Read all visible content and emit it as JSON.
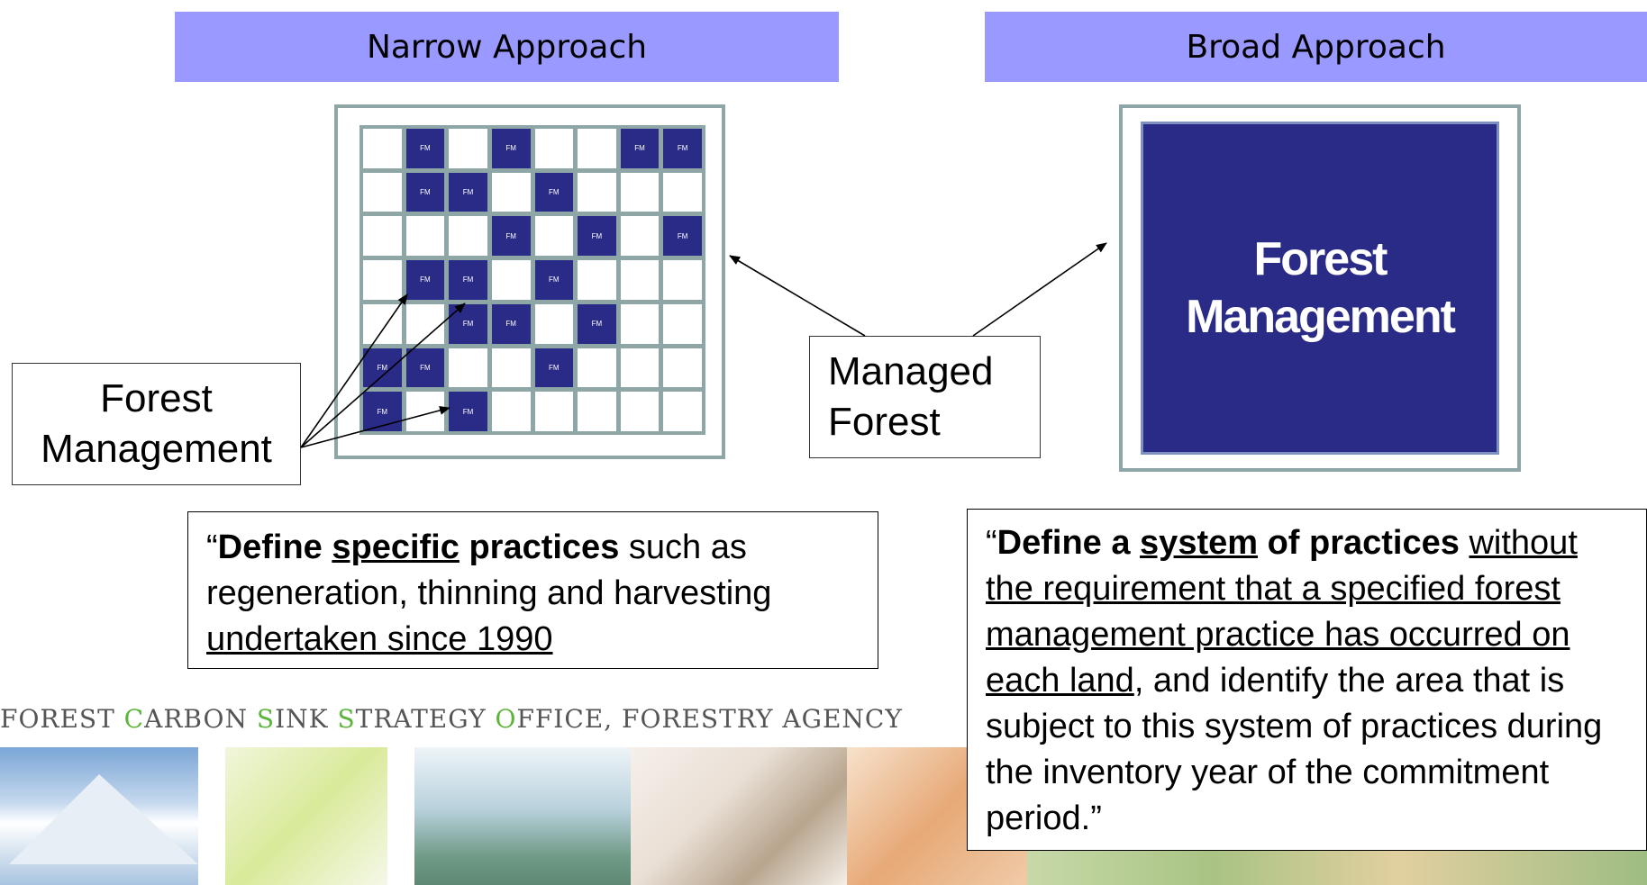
{
  "headers": {
    "narrow": "Narrow Approach",
    "broad": "Broad Approach"
  },
  "grid": {
    "cell_label": "FM",
    "rows": [
      [
        0,
        1,
        0,
        1,
        0,
        0,
        1,
        1
      ],
      [
        0,
        1,
        1,
        0,
        1,
        0,
        0,
        0
      ],
      [
        0,
        0,
        0,
        1,
        0,
        1,
        0,
        1
      ],
      [
        0,
        1,
        1,
        0,
        1,
        0,
        0,
        0
      ],
      [
        0,
        0,
        1,
        1,
        0,
        1,
        0,
        0
      ],
      [
        1,
        1,
        0,
        0,
        1,
        0,
        0,
        0
      ],
      [
        1,
        0,
        1,
        0,
        0,
        0,
        0,
        0
      ]
    ]
  },
  "broad_box": {
    "line1": "Forest",
    "line2": "Management"
  },
  "labels": {
    "forest_management": {
      "line1": "Forest",
      "line2": "Management"
    },
    "managed_forest": {
      "line1": "Managed",
      "line2": "Forest"
    }
  },
  "quote_narrow": {
    "open": "“",
    "b1": "Define ",
    "u1": "specific",
    "b2": " practices",
    "t1": " such as regeneration, thinning and harvesting ",
    "u2": "undertaken since 1990"
  },
  "quote_broad": {
    "open": "“",
    "b1": "Define a ",
    "u1": "system",
    "b2": " of practices",
    "t1": " ",
    "u2": "without the requirement that a specified forest management practice has occurred on each land",
    "t2": ", and identify the area that is subject to this system of practices during the inventory year of the commitment period.”"
  },
  "footer": {
    "parts": [
      {
        "text": "F",
        "hl": false
      },
      {
        "text": "OREST ",
        "hl": false
      },
      {
        "text": "C",
        "hl": true
      },
      {
        "text": "ARBON ",
        "hl": false
      },
      {
        "text": "S",
        "hl": true
      },
      {
        "text": "INK ",
        "hl": false
      },
      {
        "text": "S",
        "hl": true
      },
      {
        "text": "TRATEGY ",
        "hl": false
      },
      {
        "text": "O",
        "hl": true
      },
      {
        "text": "FFICE, FORESTRY AGENCY",
        "hl": false
      }
    ]
  },
  "colors": {
    "header_bg": "#9999ff",
    "fm_fill": "#2a2a87",
    "grid_line": "#8ea6a6",
    "footer_highlight": "#5bb53a"
  }
}
